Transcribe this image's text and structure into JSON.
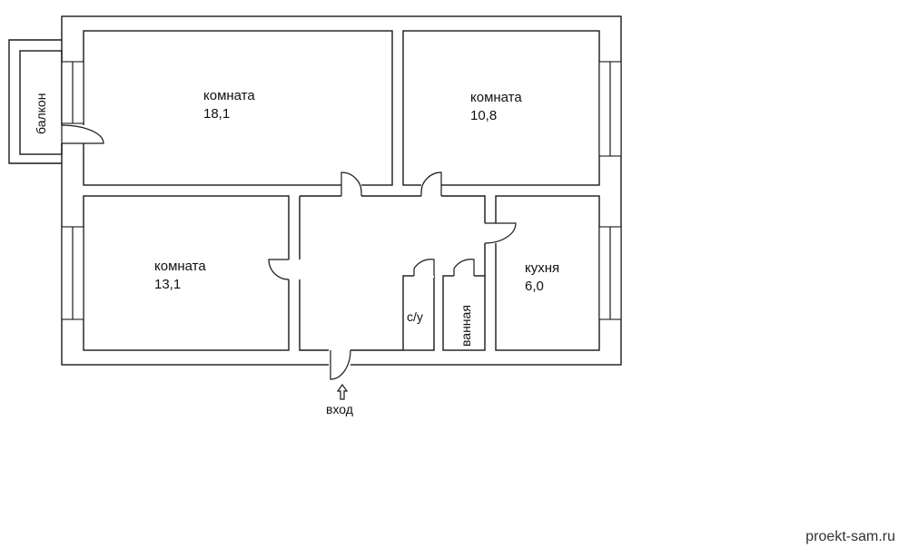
{
  "rooms": {
    "room1": {
      "label": "комната",
      "area": "18,1"
    },
    "room2": {
      "label": "комната",
      "area": "10,8"
    },
    "room3": {
      "label": "комната",
      "area": "13,1"
    },
    "kitchen": {
      "label": "кухня",
      "area": "6,0"
    },
    "wc": {
      "label": "с/у"
    },
    "bath": {
      "label": "ванная"
    },
    "balcony": {
      "label": "балкон"
    }
  },
  "entrance": {
    "label": "вход",
    "icon": "arrow-up-icon"
  },
  "credit": "proekt-sam.ru"
}
